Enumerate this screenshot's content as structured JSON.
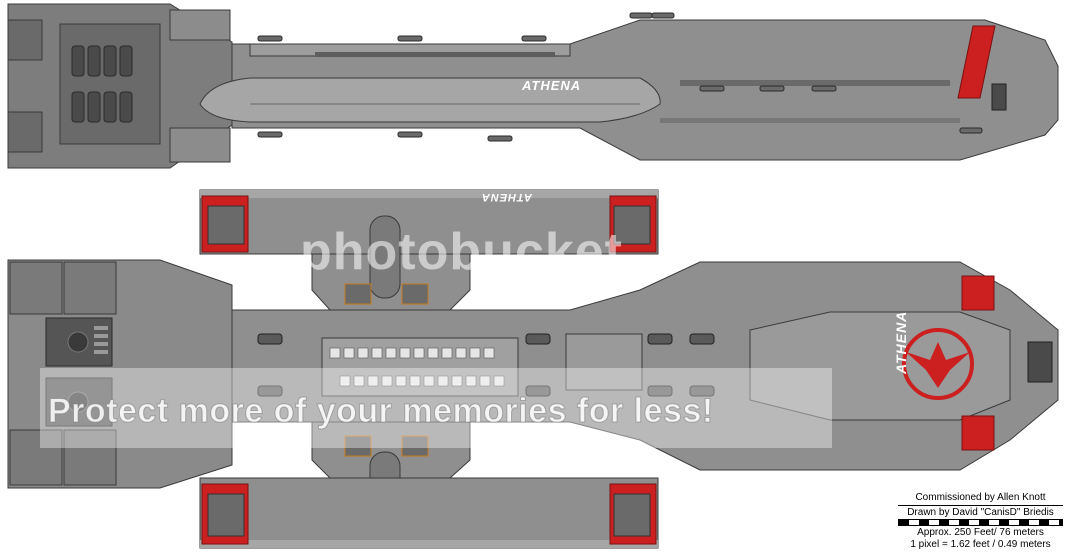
{
  "ship": {
    "name_side": "ATHENA",
    "name_top": "ATHENA",
    "name_bottom": "ATHENA"
  },
  "watermark": {
    "logo": "photobucket",
    "message": "Protect more of your memories for less!"
  },
  "credits": {
    "commissioned": "Commissioned by Allen Knott",
    "drawn": "Drawn by David \"CanisD\" Briedis",
    "approx": "Approx. 250 Feet/ 76 meters",
    "pixel_scale": "1 pixel = 1.62 feet / 0.49 meters"
  },
  "colors": {
    "hull": "#8f8f8f",
    "hull_light": "#a6a6a6",
    "hull_dark": "#5e5e5e",
    "stripe": "#cc1f1f",
    "outline": "#3a3a3a"
  },
  "icons": {
    "emblem": "colonial-bird-emblem-icon",
    "engine": "engine-bay-icon",
    "turret": "turret-icon"
  }
}
